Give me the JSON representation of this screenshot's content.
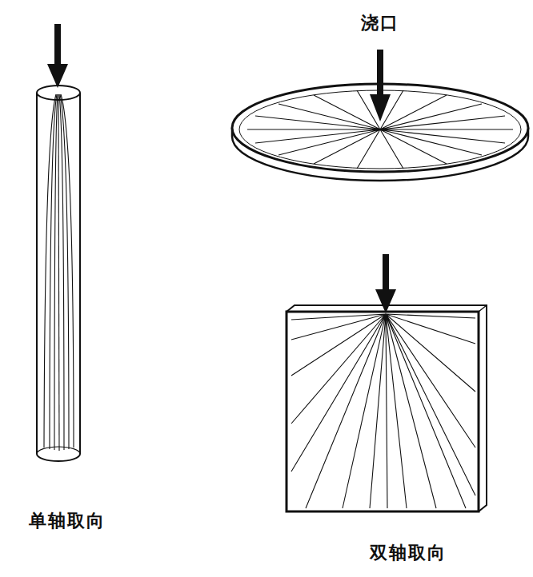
{
  "diagram": {
    "labels": [
      "浇口",
      "单轴取向",
      "双轴取向"
    ]
  }
}
